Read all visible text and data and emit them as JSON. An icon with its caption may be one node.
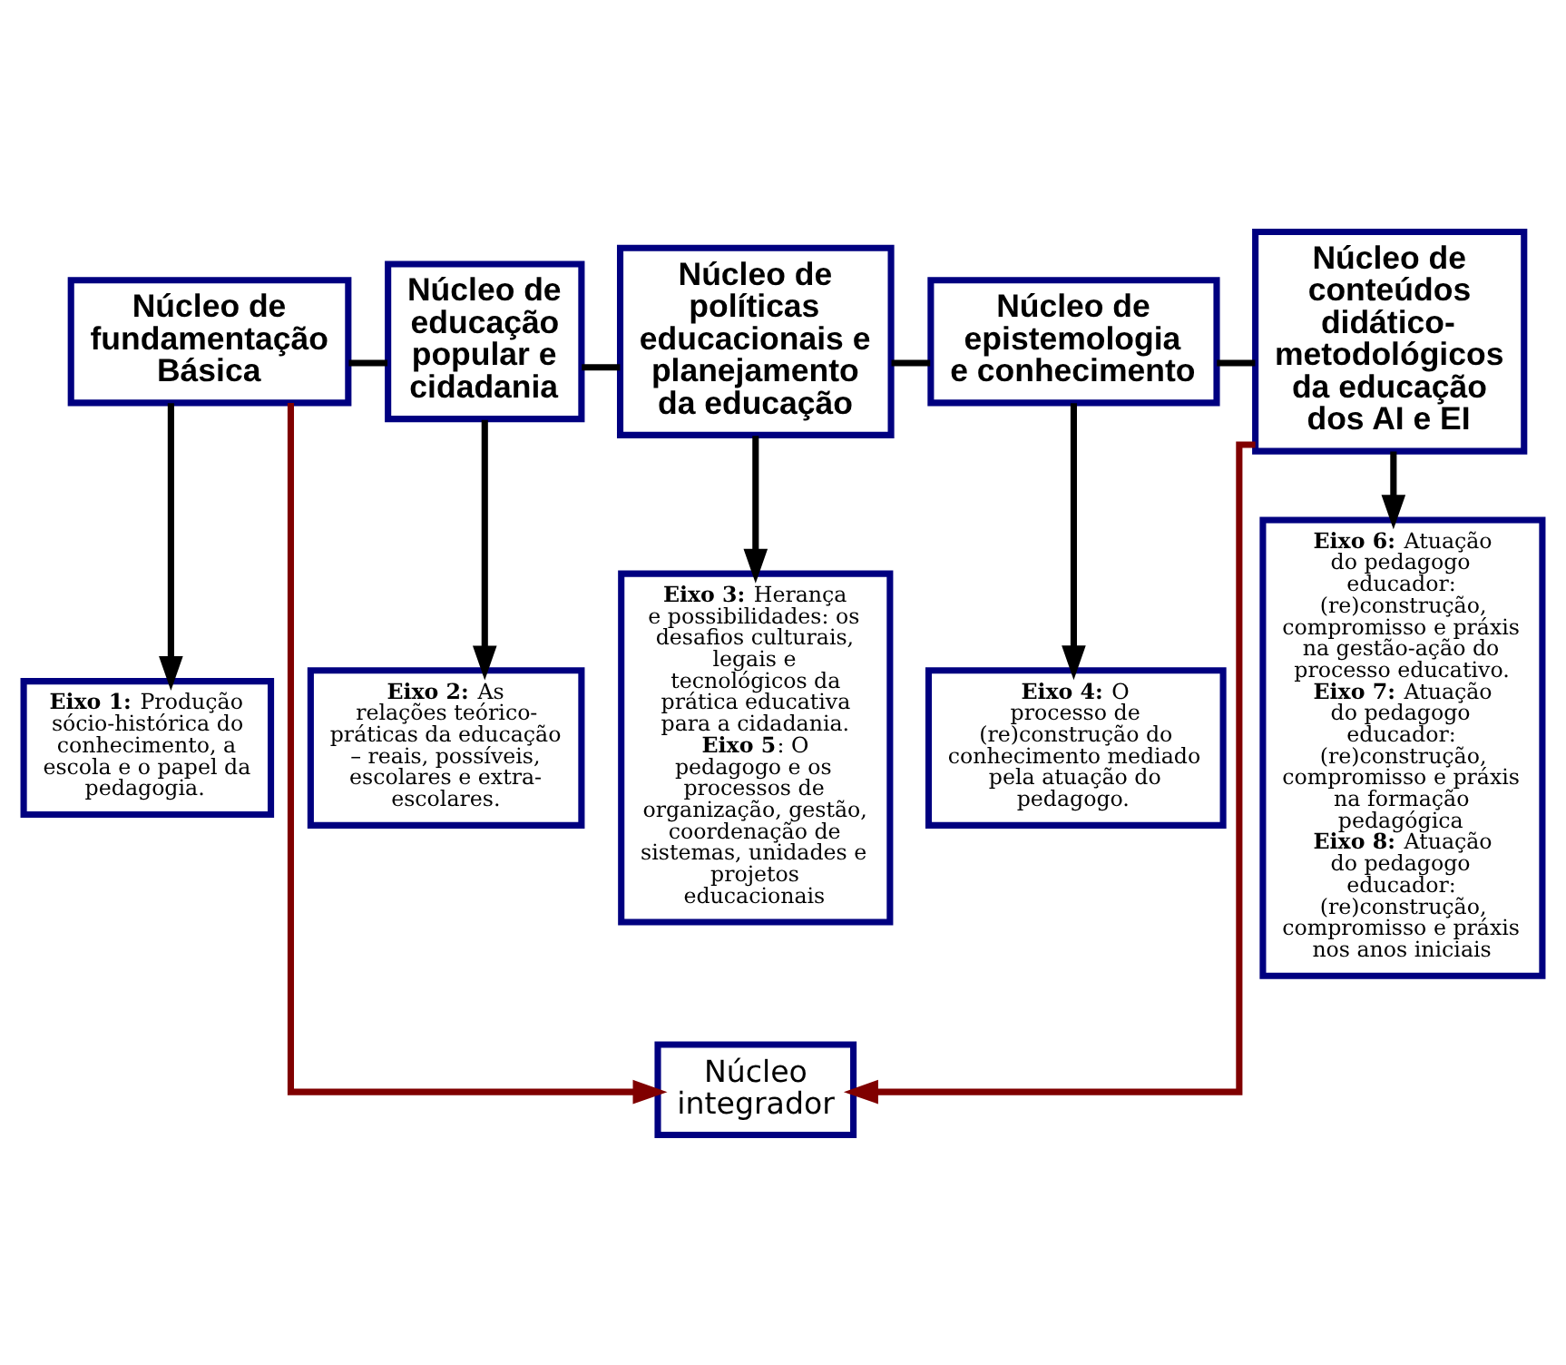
{
  "diagram": {
    "nodes": [
      {
        "text": [
          "Núcleo de fundamentação Básica"
        ]
      },
      {
        "text": [
          "Núcleo de educação popular e cidadania"
        ]
      },
      {
        "text": [
          "Núcleo de políticas educacionais e planejamento da educação"
        ]
      },
      {
        "text": [
          "Núcleo de epistemologia e conhecimento"
        ]
      },
      {
        "text": [
          "Núcleo de conteúdos didático-metodológicos da educação dos AI e EI"
        ]
      },
      {
        "text": [
          "**Eixo 1:** Produção sócio-histórica do conhecimento, a escola e o papel da pedagogia."
        ]
      },
      {
        "text": [
          "**Eixo 2:** As relações teórico-práticas da educação – reais, possíveis, escolares e extra-escolares."
        ]
      },
      {
        "text": [
          "**Eixo 3:** Herança e possibilidades: os desafios culturais, legais e tecnológicos da prática educativa para a cidadania.",
          "**Eixo 5**: O pedagogo e os processos de organização, gestão, coordenação de sistemas, unidades e projetos educacionais"
        ]
      },
      {
        "text": [
          "**Eixo 4:** O processo de (re)construção do conhecimento mediado pela atuação do pedagogo."
        ]
      },
      {
        "text": [
          "**Eixo 6:** Atuação do pedagogo educador: (re)construção, compromisso e práxis na gestão-ação do processo educativo.",
          "**Eixo 7:** Atuação do pedagogo educador: (re)construção, compromisso e práxis na formação pedagógica",
          "**Eixo 8:** Atuação do pedagogo educador: (re)construção, compromisso e práxis nos anos iniciais"
        ]
      },
      {
        "text": [
          "Núcleo integrador"
        ]
      }
    ],
    "edges": [
      {
        "from": 0,
        "to": 1,
        "arrow": "none"
      },
      {
        "from": 1,
        "to": 2,
        "arrow": "none"
      },
      {
        "from": 2,
        "to": 3,
        "arrow": "none"
      },
      {
        "from": 3,
        "to": 4,
        "arrow": "none"
      },
      {
        "from": 0,
        "to": 5,
        "arrow": "to"
      },
      {
        "from": 1,
        "to": 6,
        "arrow": "to"
      },
      {
        "from": 2,
        "to": 7,
        "arrow": "to"
      },
      {
        "from": 3,
        "to": 8,
        "arrow": "to"
      },
      {
        "from": 4,
        "to": 9,
        "arrow": "to"
      },
      {
        "from": 0,
        "to": 10,
        "arrow": "to",
        "color": "#800000"
      },
      {
        "from": 4,
        "to": 10,
        "arrow": "to",
        "color": "#800000"
      }
    ]
  }
}
